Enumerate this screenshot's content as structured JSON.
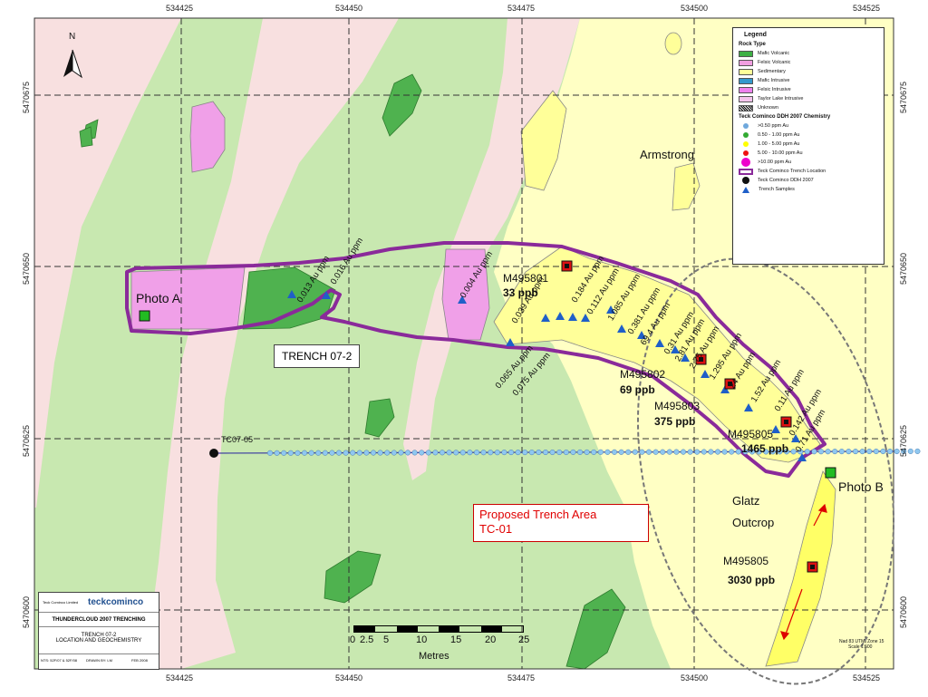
{
  "map": {
    "easting_labels": [
      "534425",
      "534450",
      "534475",
      "534500",
      "534525"
    ],
    "northing_labels": [
      "5470675",
      "5470650",
      "5470625",
      "5470600"
    ],
    "north_arrow": "N",
    "place_labels": {
      "armstrong": "Armstrong",
      "photo_a": "Photo A",
      "photo_b": "Photo B",
      "glatz_1": "Glatz",
      "glatz_2": "Outcrop",
      "tc0705": "TC07-05"
    },
    "trench_label": "TRENCH 07-2",
    "proposed_area": {
      "line1": "Proposed Trench Area",
      "line2": "TC-01",
      "color": "#e00000"
    },
    "samples": [
      {
        "id": "M495801",
        "value": "33 ppb"
      },
      {
        "id": "M495802",
        "value": "69 ppb"
      },
      {
        "id": "M495803",
        "value": "375 ppb"
      },
      {
        "id": "M495805",
        "value": "1465 ppb"
      },
      {
        "id": "M495805",
        "value": "3030 ppb"
      }
    ],
    "assays": [
      "0.013 Au ppm",
      "0.016 Au ppm",
      "0.004 Au ppm",
      "0.039 Au ppm",
      "0.184 Au ppm",
      "0.112 Au ppm",
      "1.085 Au ppm",
      "0.381 Au ppm",
      "69.4 Au ppm",
      "0.31 Au ppm",
      "2.81 Au ppm",
      "2.75 Au ppm",
      "1.295 Au ppm",
      "24 Au ppm",
      "1.52 Au ppm",
      "0.11 Au ppm",
      "0.142 Au ppm",
      "0.71 Au ppm",
      "0.065 Au ppm",
      "0.075 Au ppm"
    ]
  },
  "legend": {
    "title": "Legend",
    "rock_type_title": "Rock Type",
    "rock_types": [
      {
        "label": "Mafic Volcanic",
        "color": "#3cb043"
      },
      {
        "label": "Felsic Volcanic",
        "color": "#f09ee0"
      },
      {
        "label": "Sedimentary",
        "color": "#ffff99"
      },
      {
        "label": "Mafic Intrusive",
        "color": "#3399cc"
      },
      {
        "label": "Felsic Intrusive",
        "color": "#ee82ee"
      },
      {
        "label": "Taylor Lake Intrusive",
        "color": "#f4c4ec"
      },
      {
        "label": "Unknown",
        "color": "#ffffff"
      }
    ],
    "chem_title": "Teck Cominco DDH 2007 Chemistry",
    "chem": [
      {
        "label": ">0.50 ppm Au",
        "color": "#6fa8dc"
      },
      {
        "label": "0.50 - 1.00 ppm Au",
        "color": "#33aa33"
      },
      {
        "label": "1.00 - 5.00 ppm Au",
        "color": "#ffff00"
      },
      {
        "label": "5.00 - 10.00 ppm Au",
        "color": "#ee1111"
      },
      {
        "label": ">10.00 ppm Au",
        "color": "#ee00cc"
      }
    ],
    "trench_location": "Teck Cominco Trench Location",
    "ddh": "Teck Cominco DDH 2007",
    "trench_samples": "Trench Samples"
  },
  "title_block": {
    "company": "teckcominco",
    "company_small": "Teck Cominco Limited",
    "project": "THUNDERCLOUD 2007 TRENCHING",
    "title1": "TRENCH 07-2",
    "title2": "LOCATION AND GEOCHEMISTRY",
    "nts": "NTS: 52F/07 & 52F/08",
    "drawn": "DRAWN BY: LM",
    "date": "FEB 2008"
  },
  "scale": {
    "ticks": [
      "0",
      "2.5",
      "5",
      "10",
      "15",
      "20",
      "25"
    ],
    "unit": "Metres",
    "datum": "Nad 83 UTM, Zone 15",
    "ratio": "Scale 1:500"
  }
}
